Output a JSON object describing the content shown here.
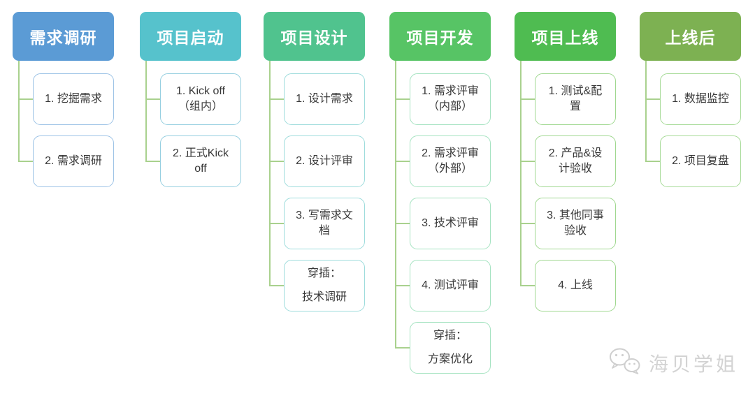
{
  "connector_color": "#A9D18E",
  "text_color": "#383838",
  "columns": [
    {
      "id": "requirement-research",
      "header": "需求调研",
      "header_color": "#5B9BD5",
      "item_border_color": "#9DC3E6",
      "items": [
        {
          "label": "1. 挖掘需求"
        },
        {
          "label": "2. 需求调研"
        }
      ]
    },
    {
      "id": "project-kickoff",
      "header": "项目启动",
      "header_color": "#56C2CC",
      "item_border_color": "#96CFE0",
      "items": [
        {
          "label": "1. Kick off\n（组内）"
        },
        {
          "label": "2. 正式Kick\noff"
        }
      ]
    },
    {
      "id": "project-design",
      "header": "项目设计",
      "header_color": "#50C38E",
      "item_border_color": "#9EDCDC",
      "items": [
        {
          "label": "1. 设计需求"
        },
        {
          "label": "2. 设计评审"
        },
        {
          "label": "3. 写需求文\n档"
        },
        {
          "label": "穿插：\n技术调研",
          "spaced": true
        }
      ]
    },
    {
      "id": "project-development",
      "header": "项目开发",
      "header_color": "#57C465",
      "item_border_color": "#A5E3C1",
      "items": [
        {
          "label": "1. 需求评审\n（内部）"
        },
        {
          "label": "2. 需求评审\n（外部）"
        },
        {
          "label": "3. 技术评审"
        },
        {
          "label": "4. 测试评审"
        },
        {
          "label": "穿插：\n方案优化",
          "spaced": true
        }
      ]
    },
    {
      "id": "project-launch",
      "header": "项目上线",
      "header_color": "#4FBC51",
      "item_border_color": "#A0D890",
      "items": [
        {
          "label": "1. 测试&配\n置"
        },
        {
          "label": "2. 产品&设\n计验收"
        },
        {
          "label": "3. 其他同事\n验收"
        },
        {
          "label": "4. 上线"
        }
      ]
    },
    {
      "id": "post-launch",
      "header": "上线后",
      "header_color": "#7DB152",
      "item_border_color": "#A6DB97",
      "items": [
        {
          "label": "1. 数据监控"
        },
        {
          "label": "2. 项目复盘"
        }
      ]
    }
  ],
  "watermark": {
    "icon": "wechat-icon",
    "text": "海贝学姐",
    "color": "#D3D3D3"
  }
}
